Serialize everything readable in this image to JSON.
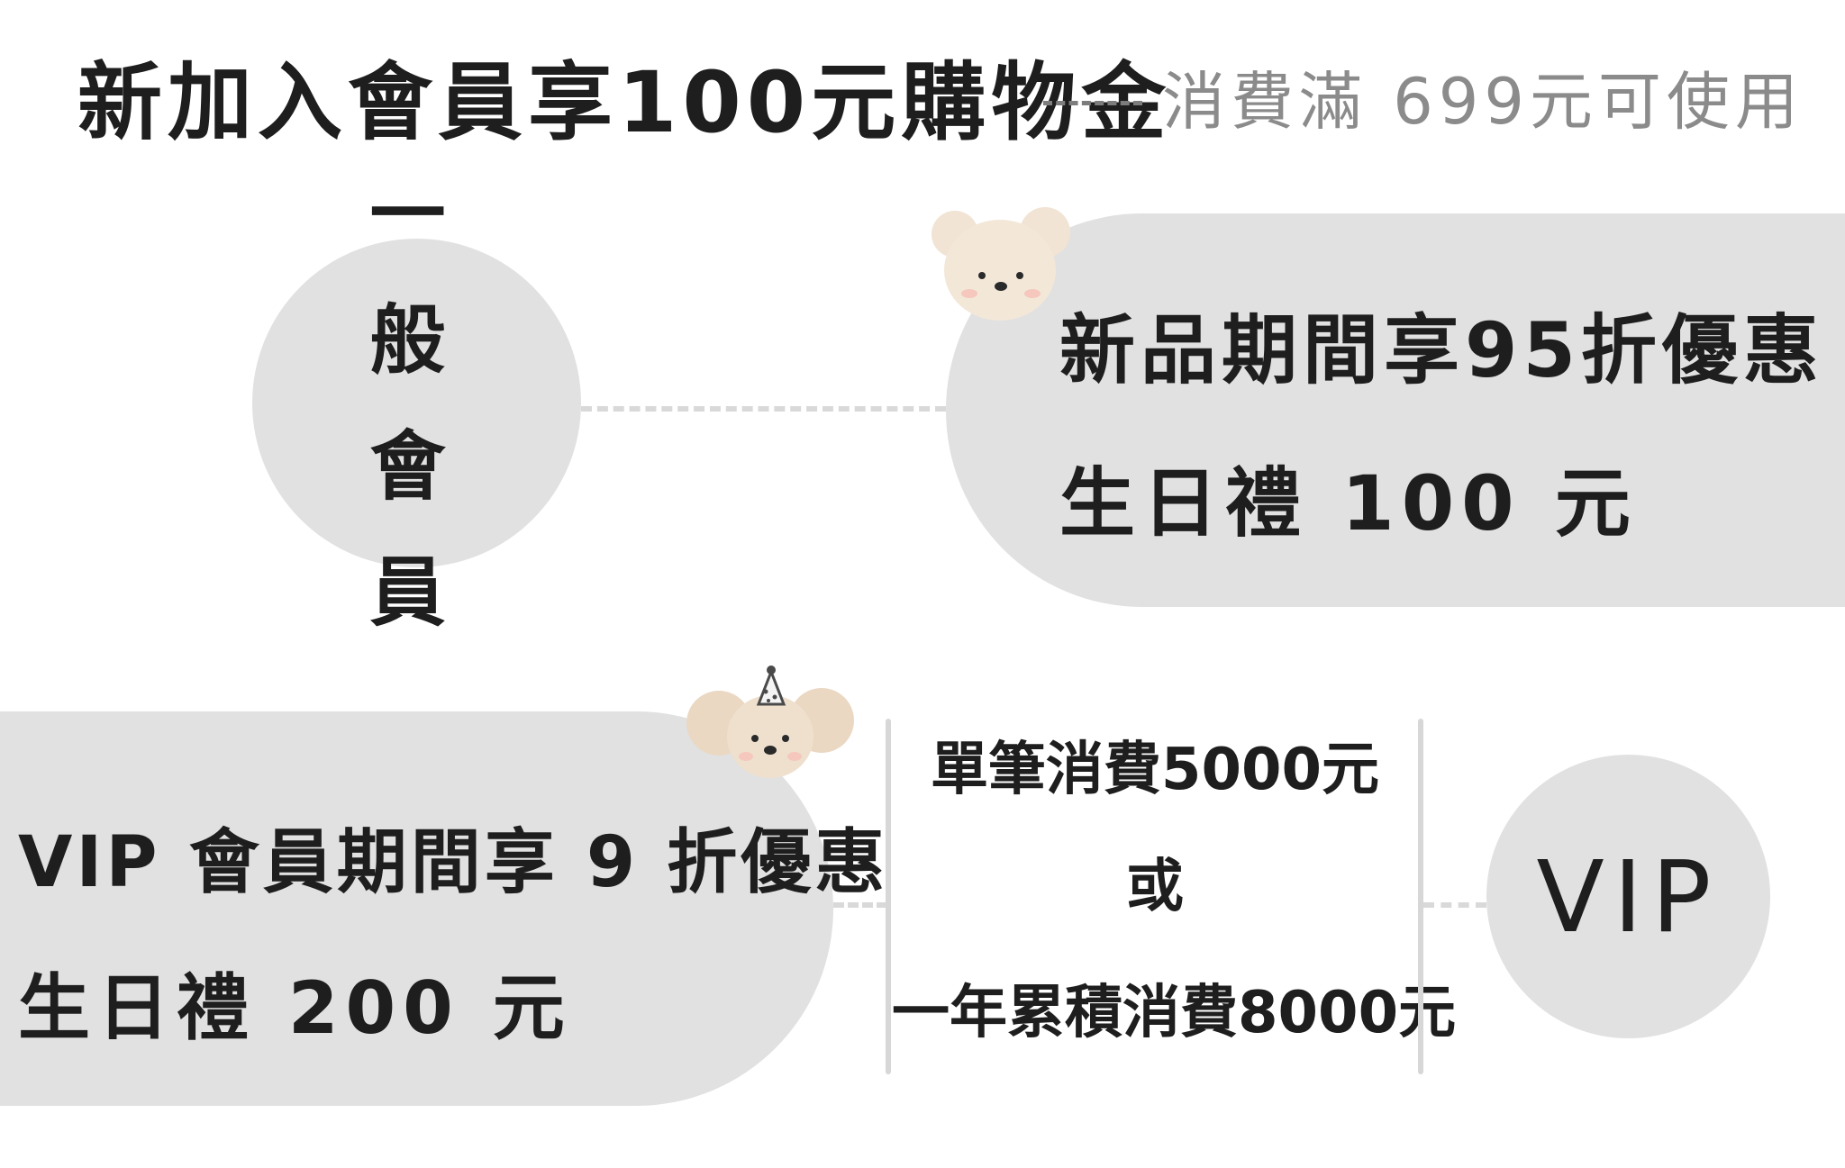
{
  "header": {
    "title": "新加入會員享100元購物金",
    "subtitle": "消費滿 699元可使用"
  },
  "tiers": {
    "general": {
      "name": "一般會員",
      "benefit_line1": "新品期間享95折優惠",
      "benefit_line2": "生日禮 100 元"
    },
    "vip": {
      "name": "VIP",
      "benefit_line1": "VIP 會員期間享 9 折優惠",
      "benefit_line2": "生日禮 200 元",
      "condition_line1": "單筆消費5000元",
      "condition_or": "或",
      "condition_line2": "一年累積消費8000元"
    }
  },
  "decorations": {
    "icons": [
      "bear-icon",
      "koala-party-hat-icon"
    ]
  },
  "colors": {
    "shape_fill": "#e1e1e1",
    "text": "#1e1e1e",
    "subtitle_text": "#8b8b8b",
    "bear_fur": "#f1e4d4",
    "koala_fur": "#ead8c3"
  }
}
